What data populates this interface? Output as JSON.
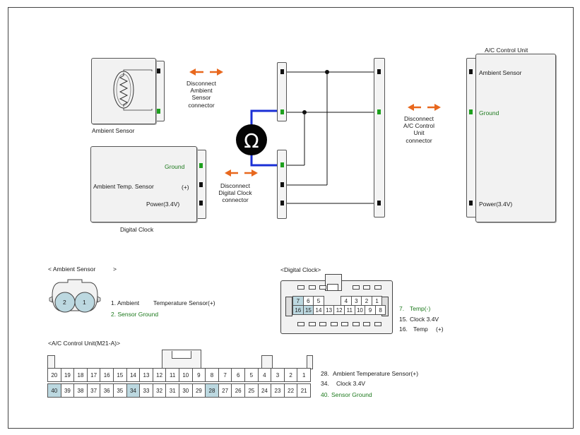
{
  "top": {
    "ambient_sensor_label": "Ambient Sensor",
    "digital_clock_label": "Digital Clock",
    "dc_ground": "Ground",
    "dc_ambient_temp": "Ambient Temp. Sensor",
    "dc_plus": "(+)",
    "dc_power": "Power(3.4V)",
    "disconnect_ambient": [
      "Disconnect",
      "Ambient",
      "Sensor",
      "connector"
    ],
    "disconnect_clock": [
      "Disconnect",
      "Digital Clock",
      "connector"
    ],
    "disconnect_ac": [
      "Disconnect",
      "A/C Control",
      "Unit",
      "connector"
    ],
    "ohm_symbol": "Ω",
    "ac_title": "A/C Control Unit",
    "ac_ambient": "Ambient Sensor",
    "ac_ground": "Ground",
    "ac_power": "Power(3.4V)"
  },
  "ambient_connector": {
    "title": "< Ambient Sensor",
    "title_end": ">",
    "pins": [
      "2",
      "1"
    ],
    "legend1_num": "1.  Ambient",
    "legend1_text": "Temperature Sensor(+)",
    "legend2": "2.  Sensor Ground"
  },
  "clock_connector": {
    "title": "<Digital Clock>",
    "row1": [
      "7",
      "6",
      "5",
      "",
      "4",
      "3",
      "2",
      "1"
    ],
    "row2": [
      "16",
      "15",
      "14",
      "13",
      "12",
      "11",
      "10",
      "9",
      "8"
    ],
    "legend": [
      {
        "num": "7.",
        "text": "Temp(-)",
        "green": true
      },
      {
        "num": "15.",
        "text": "Clock 3.4V",
        "green": false
      },
      {
        "num": "16.",
        "text": "Temp",
        "suffix": "(+)",
        "green": false
      }
    ]
  },
  "ac_connector": {
    "title": "<A/C Control Unit(M21-A)>",
    "row1": [
      "20",
      "19",
      "18",
      "17",
      "16",
      "15",
      "14",
      "13",
      "12",
      "11",
      "10",
      "9",
      "8",
      "7",
      "6",
      "5",
      "4",
      "3",
      "2",
      "1"
    ],
    "row2": [
      "40",
      "39",
      "38",
      "37",
      "36",
      "35",
      "34",
      "33",
      "32",
      "31",
      "30",
      "29",
      "28",
      "27",
      "26",
      "25",
      "24",
      "23",
      "22",
      "21"
    ],
    "highlight": [
      "40",
      "34",
      "28"
    ],
    "legend": [
      {
        "num": "28.",
        "text": "Ambient Temperature Sensor(+)",
        "green": false
      },
      {
        "num": "34.",
        "text": "Clock 3.4V",
        "green": false
      },
      {
        "num": "40.",
        "text": "Sensor Ground",
        "green": true
      }
    ]
  },
  "colors": {
    "wire": "#111111",
    "meter_wire": "#1a2fd6",
    "arrow": "#e8681e",
    "ground": "#1e7a1e",
    "highlight": "#bcd8e0"
  }
}
